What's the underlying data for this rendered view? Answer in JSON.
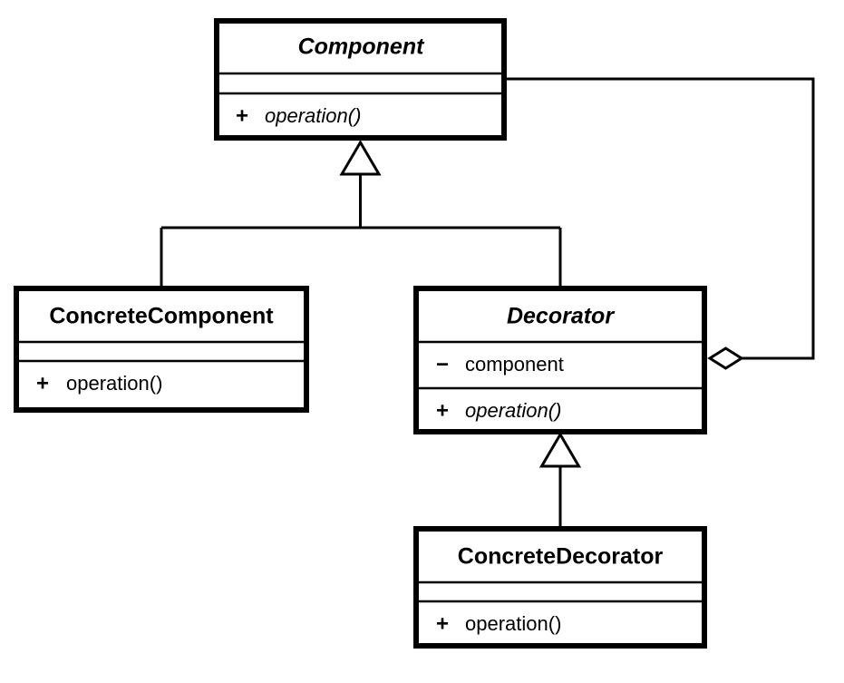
{
  "diagram": {
    "kind": "uml-class-diagram",
    "pattern_name": "Decorator",
    "background_color": "#ffffff",
    "line_color": "#000000",
    "classes": [
      {
        "id": "component",
        "name": "Component",
        "abstract": true,
        "attributes": [],
        "operations": [
          {
            "visibility": "+",
            "name": "operation()",
            "abstract": true
          }
        ]
      },
      {
        "id": "concrete-component",
        "name": "ConcreteComponent",
        "abstract": false,
        "attributes": [],
        "operations": [
          {
            "visibility": "+",
            "name": "operation()",
            "abstract": false
          }
        ]
      },
      {
        "id": "decorator",
        "name": "Decorator",
        "abstract": true,
        "attributes": [
          {
            "visibility": "−",
            "name": "component"
          }
        ],
        "operations": [
          {
            "visibility": "+",
            "name": "operation()",
            "abstract": true
          }
        ]
      },
      {
        "id": "concrete-decorator",
        "name": "ConcreteDecorator",
        "abstract": false,
        "attributes": [],
        "operations": [
          {
            "visibility": "+",
            "name": "operation()",
            "abstract": false
          }
        ]
      }
    ],
    "relationships": [
      {
        "id": "gen-concrete-component",
        "type": "generalization",
        "from": "concrete-component",
        "to": "component"
      },
      {
        "id": "gen-decorator",
        "type": "generalization",
        "from": "decorator",
        "to": "component"
      },
      {
        "id": "gen-concrete-decorator",
        "type": "generalization",
        "from": "concrete-decorator",
        "to": "decorator"
      },
      {
        "id": "agg-decorator-component",
        "type": "aggregation",
        "from": "decorator",
        "to": "component"
      }
    ]
  },
  "labels": {
    "component_title": "Component",
    "component_operation_visibility": "+",
    "component_operation_name": "operation()",
    "concrete_component_title": "ConcreteComponent",
    "concrete_component_operation_visibility": "+",
    "concrete_component_operation_name": "operation()",
    "decorator_title": "Decorator",
    "decorator_attribute_visibility": "−",
    "decorator_attribute_name": "component",
    "decorator_operation_visibility": "+",
    "decorator_operation_name": "operation()",
    "concrete_decorator_title": "ConcreteDecorator",
    "concrete_decorator_operation_visibility": "+",
    "concrete_decorator_operation_name": "operation()"
  }
}
